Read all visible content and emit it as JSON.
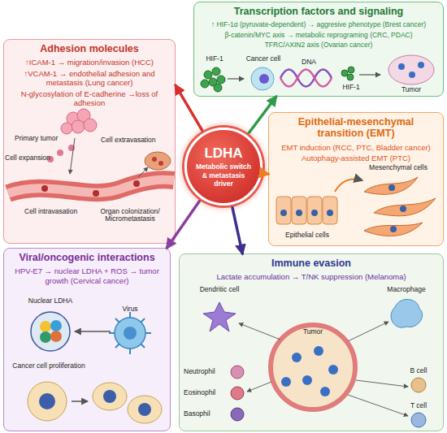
{
  "diagram": {
    "nodes": [
      {
        "text": [
          "Adhesion molecules",
          "↑ICAM-1 → migration/invasion (HCC)",
          "↑VCAM-1 → endothelial adhesion and metastasis (Lung cancer)",
          "N-glycosylation of E-cadherine →loss of adhesion"
        ]
      },
      {
        "text": [
          "Transcription factors and signaling",
          "↑ HIF-1α (pyruvate-dependent) → aggresive phenotype (Brest cancer)",
          "β-catenin/MYC axis → metabolic reprograming (CRC, PDAC)",
          "TFRC/AXIN2 axis (Ovarian cancer)"
        ]
      },
      {
        "text": [
          "LDHA",
          "Metabolic switch & metastasis driver"
        ]
      },
      {
        "text": [
          "Epithelial-mesenchymal transition (EMT)",
          "EMT induction (RCC, PTC, Bladder cancer)",
          "Autophagy-assisted EMT (PTC)"
        ]
      },
      {
        "text": [
          "Viral/oncogenic interactions",
          "HPV-E7 → nuclear LDHA + ROS → tumor growth (Cervical cancer)"
        ]
      },
      {
        "text": [
          "Immune evasion",
          "Lactate accumulation → T/NK suppression (Melanoma)"
        ]
      }
    ],
    "edges": [
      {
        "from": 2,
        "to": 0,
        "arrow": "to"
      },
      {
        "from": 2,
        "to": 1,
        "arrow": "to"
      },
      {
        "from": 2,
        "to": 3,
        "arrow": "to"
      },
      {
        "from": 2,
        "to": 4,
        "arrow": "to"
      },
      {
        "from": 2,
        "to": 5,
        "arrow": "to"
      }
    ],
    "labels": [
      "Primary tumor",
      "Cell extravasation",
      "Cell expansion",
      "Cell intravasation",
      "Organ colonization/ Micrometastasis",
      "HIF-1",
      "Cancer cell",
      "DNA",
      "HIF-1",
      "Tumor",
      "Mesenchymal cells",
      "Epithelial cells",
      "Nuclear LDHA",
      "Virus",
      "Cancer cell proliferation",
      "Dendritic cell",
      "Macrophage",
      "Tumor",
      "Neutrophil",
      "Eosinophil",
      "Basophil",
      "B cell",
      "T cell"
    ]
  }
}
